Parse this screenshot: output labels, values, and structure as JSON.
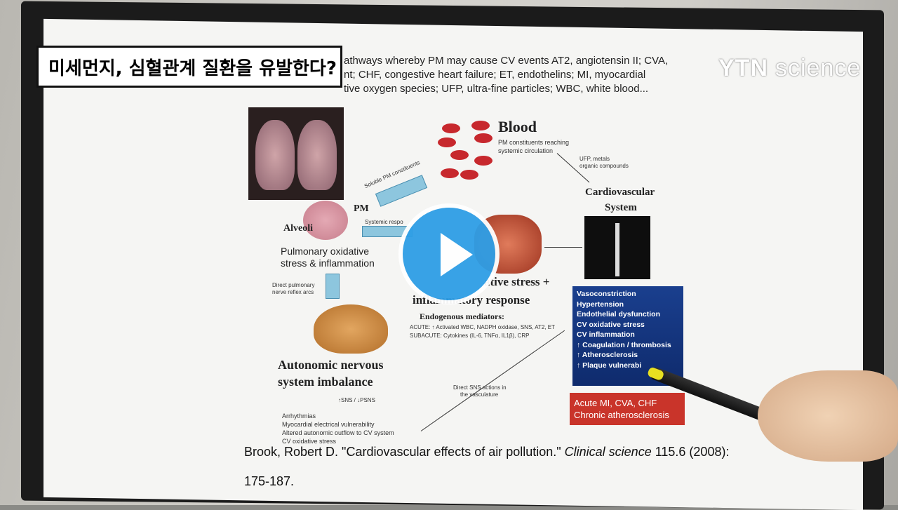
{
  "caption": "미세먼지, 심혈관계 질환을 유발한다?",
  "logo": {
    "main": "YTN",
    "sub": "science"
  },
  "slide": {
    "header_line1": "athways whereby PM may cause CV events AT2, angiotensin II; CVA,",
    "header_line2": "nt; CHF, congestive heart failure; ET, endothelins; MI, myocardial",
    "header_line3": "tive oxygen species; UFP, ultra-fine particles; WBC, white blood...",
    "blood_title": "Blood",
    "blood_sub1": "PM constituents reaching",
    "blood_sub2": "systemic circulation",
    "ufp1": "UFP, metals",
    "ufp2": "organic compounds",
    "cv_title1": "Cardiovascular",
    "cv_title2": "System",
    "soluble": "Soluble PM constituents",
    "pm": "PM",
    "alveoli": "Alveoli",
    "systemic": "Systemic respo",
    "pulm1": "Pulmonary oxidative",
    "pulm2": "stress & inflammation",
    "direct1": "Direct pulmonary",
    "direct2": "nerve reflex arcs",
    "ox1": "ative stress +",
    "ox2": "inflammatory response",
    "endo": "Endogenous mediators:",
    "acute": "ACUTE: ↑ Activated WBC, NADPH oxidase, SNS, AT2, ET",
    "subacute": "SUBACUTE: Cytokines (IL-6, TNFα, IL1β), CRP",
    "ans1": "Autonomic nervous",
    "ans2": "system imbalance",
    "sns": "↑SNS / ↓PSNS",
    "direct_sns1": "Direct SNS actions in",
    "direct_sns2": "the vasculature",
    "arr1": "Arrhythmias",
    "arr2": "Myocardial electrical vulnerability",
    "arr3": "Altered autonomic outflow to CV system",
    "arr4": "CV oxidative stress",
    "effects": [
      "Vasoconstriction",
      "Hypertension",
      "Endothelial dysfunction",
      "CV oxidative stress",
      "CV inflammation",
      "↑ Coagulation / thrombosis",
      "↑ Atherosclerosis",
      "↑ Plaque vulnerabi"
    ],
    "outcome1": "Acute MI, CVA, CHF",
    "outcome2": "Chronic atherosclerosis",
    "citation_a": "Brook, Robert D. \"Cardiovascular effects of air pollution.\" ",
    "citation_journal": "Clinical science",
    "citation_b": " 115.6 (2008):",
    "citation_pages": "175-187."
  }
}
